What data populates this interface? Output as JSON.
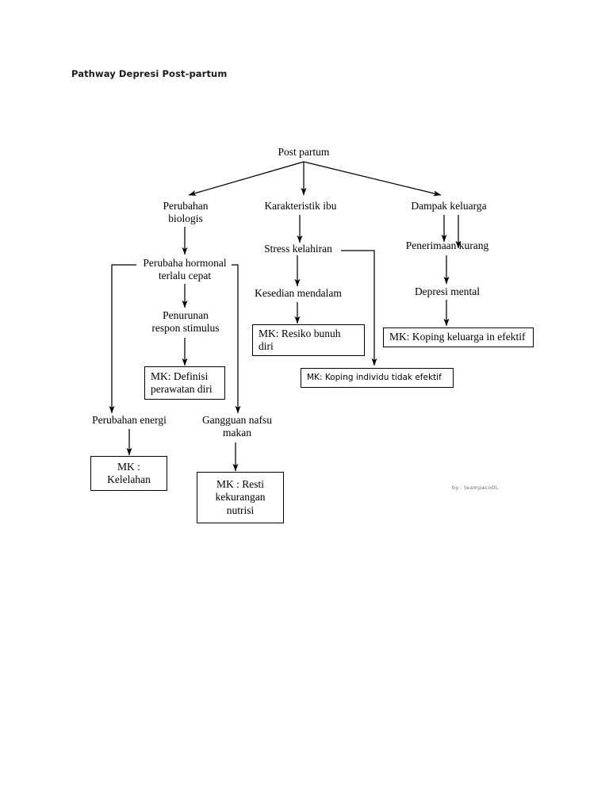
{
  "document": {
    "title": "Pathway Depresi Post-partum",
    "watermark": "by : teampacoOL"
  },
  "chart_data": {
    "type": "diagram",
    "title": "Pathway Depresi Post-partum",
    "diagram_kind": "flowchart",
    "orientation": "top-down",
    "nodes": [
      {
        "id": "post_partum",
        "label": "Post partum",
        "shape": "text"
      },
      {
        "id": "perubahan_biologis",
        "label": "Perubahan\nbiologis",
        "shape": "text"
      },
      {
        "id": "karakteristik_ibu",
        "label": "Karakteristik ibu",
        "shape": "text"
      },
      {
        "id": "dampak_keluarga",
        "label": "Dampak keluarga",
        "shape": "text"
      },
      {
        "id": "perubaha_hormonal",
        "label": "Perubaha hormonal\nterlalu cepat",
        "shape": "text"
      },
      {
        "id": "stress_kelahiran",
        "label": "Stress kelahiran",
        "shape": "text"
      },
      {
        "id": "penerimaan_kurang",
        "label": "Penerimaan kurang",
        "shape": "text"
      },
      {
        "id": "penurunan_respon",
        "label": "Penurunan\nrespon stimulus",
        "shape": "text"
      },
      {
        "id": "kesedian_mendalam",
        "label": "Kesedian mendalam",
        "shape": "text"
      },
      {
        "id": "depresi_mental",
        "label": "Depresi mental",
        "shape": "text"
      },
      {
        "id": "perubahan_energi",
        "label": "Perubahan energi",
        "shape": "text"
      },
      {
        "id": "gangguan_nafsu",
        "label": "Gangguan nafsu\nmakan",
        "shape": "text"
      },
      {
        "id": "mk_definisi",
        "label": "MK: Definisi\nperawatan diri",
        "shape": "box"
      },
      {
        "id": "mk_resiko_bunuh",
        "label": "MK: Resiko bunuh\ndiri",
        "shape": "box"
      },
      {
        "id": "mk_koping_keluarga",
        "label": "MK: Koping keluarga in efektif",
        "shape": "box"
      },
      {
        "id": "mk_koping_individu",
        "label": "MK: Koping individu tidak efektif",
        "shape": "box"
      },
      {
        "id": "mk_kelelahan",
        "label": "MK :\nKelelahan",
        "shape": "box"
      },
      {
        "id": "mk_resti",
        "label": "MK : Resti\nkekurangan\nnutrisi",
        "shape": "box"
      }
    ],
    "edges": [
      {
        "from": "post_partum",
        "to": "perubahan_biologis"
      },
      {
        "from": "post_partum",
        "to": "karakteristik_ibu"
      },
      {
        "from": "post_partum",
        "to": "dampak_keluarga"
      },
      {
        "from": "perubahan_biologis",
        "to": "perubaha_hormonal"
      },
      {
        "from": "karakteristik_ibu",
        "to": "stress_kelahiran"
      },
      {
        "from": "dampak_keluarga",
        "to": "penerimaan_kurang"
      },
      {
        "from": "dampak_keluarga",
        "to": "penerimaan_kurang"
      },
      {
        "from": "perubaha_hormonal",
        "to": "penurunan_respon"
      },
      {
        "from": "perubaha_hormonal",
        "to": "perubahan_energi"
      },
      {
        "from": "perubaha_hormonal",
        "to": "gangguan_nafsu"
      },
      {
        "from": "penurunan_respon",
        "to": "mk_definisi"
      },
      {
        "from": "stress_kelahiran",
        "to": "kesedian_mendalam"
      },
      {
        "from": "stress_kelahiran",
        "to": "mk_koping_individu"
      },
      {
        "from": "kesedian_mendalam",
        "to": "mk_resiko_bunuh"
      },
      {
        "from": "penerimaan_kurang",
        "to": "depresi_mental"
      },
      {
        "from": "depresi_mental",
        "to": "mk_koping_keluarga"
      },
      {
        "from": "perubahan_energi",
        "to": "mk_kelelahan"
      },
      {
        "from": "gangguan_nafsu",
        "to": "mk_resti"
      }
    ]
  }
}
